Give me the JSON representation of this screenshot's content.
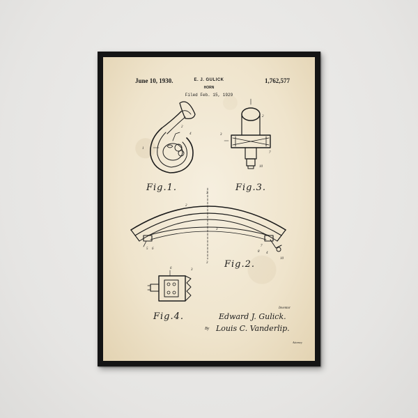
{
  "patent": {
    "date": "June 10, 1930.",
    "inventor": "E. J. GULICK",
    "number": "1,762,577",
    "title": "HORN",
    "filed": "Filed Feb. 15, 1929"
  },
  "figures": {
    "fig1": "Fig.1.",
    "fig2": "Fig.2.",
    "fig3": "Fig.3.",
    "fig4": "Fig.4."
  },
  "signatures": {
    "inventor_caption": "Inventor",
    "inventor_signature": "Edward J. Gulick.",
    "by": "By",
    "attorney_signature": "Louis C. Vanderlip.",
    "attorney_caption": "Attorney"
  },
  "reference_numerals": {
    "fig1": [
      "1",
      "2",
      "4"
    ],
    "fig3": [
      "2",
      "3",
      "7",
      "10"
    ],
    "fig2": [
      "2",
      "3",
      "3",
      "3",
      "5",
      "6",
      "7",
      "8",
      "4",
      "10"
    ],
    "fig4": [
      "6",
      "3"
    ]
  },
  "colors": {
    "wall": "#e9e8e6",
    "frame": "#141414",
    "paper": "#efe4cc",
    "ink": "#1b1b1b"
  }
}
